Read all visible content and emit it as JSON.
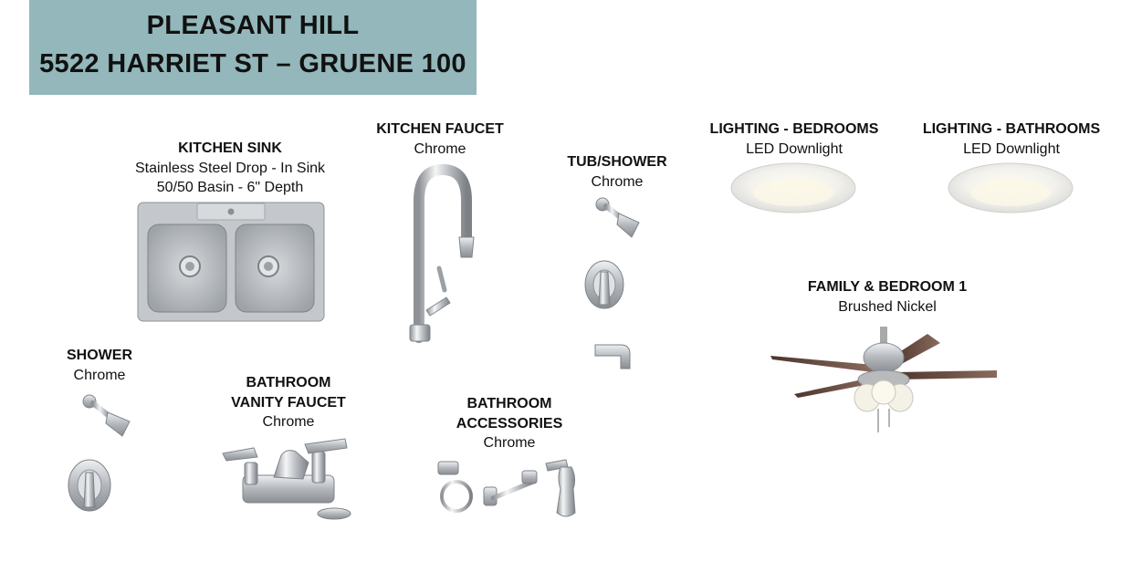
{
  "header": {
    "line1": "PLEASANT HILL",
    "line2": "5522 HARRIET ST – GRUENE 100"
  },
  "items": {
    "kitchen_sink": {
      "title": "KITCHEN SINK",
      "desc1": "Stainless Steel Drop - In Sink",
      "desc2": "50/50 Basin - 6\" Depth"
    },
    "kitchen_faucet": {
      "title": "KITCHEN FAUCET",
      "finish": "Chrome"
    },
    "tub_shower": {
      "title": "TUB/SHOWER",
      "finish": "Chrome"
    },
    "lighting_bedrooms": {
      "title": "LIGHTING - BEDROOMS",
      "desc": "LED Downlight"
    },
    "lighting_bathrooms": {
      "title": "LIGHTING - BATHROOMS",
      "desc": "LED Downlight"
    },
    "family_bedroom": {
      "title": "FAMILY & BEDROOM 1",
      "finish": "Brushed Nickel"
    },
    "shower": {
      "title": "SHOWER",
      "finish": "Chrome"
    },
    "vanity_faucet": {
      "title1": "BATHROOM",
      "title2": "VANITY FAUCET",
      "finish": "Chrome"
    },
    "accessories": {
      "title1": "BATHROOM",
      "title2": "ACCESSORIES",
      "finish": "Chrome"
    }
  },
  "colors": {
    "banner": "#93b7bb",
    "chrome": "#c9ccd0",
    "steel": "#b9bdc2",
    "blade": "#6a4a3e"
  }
}
